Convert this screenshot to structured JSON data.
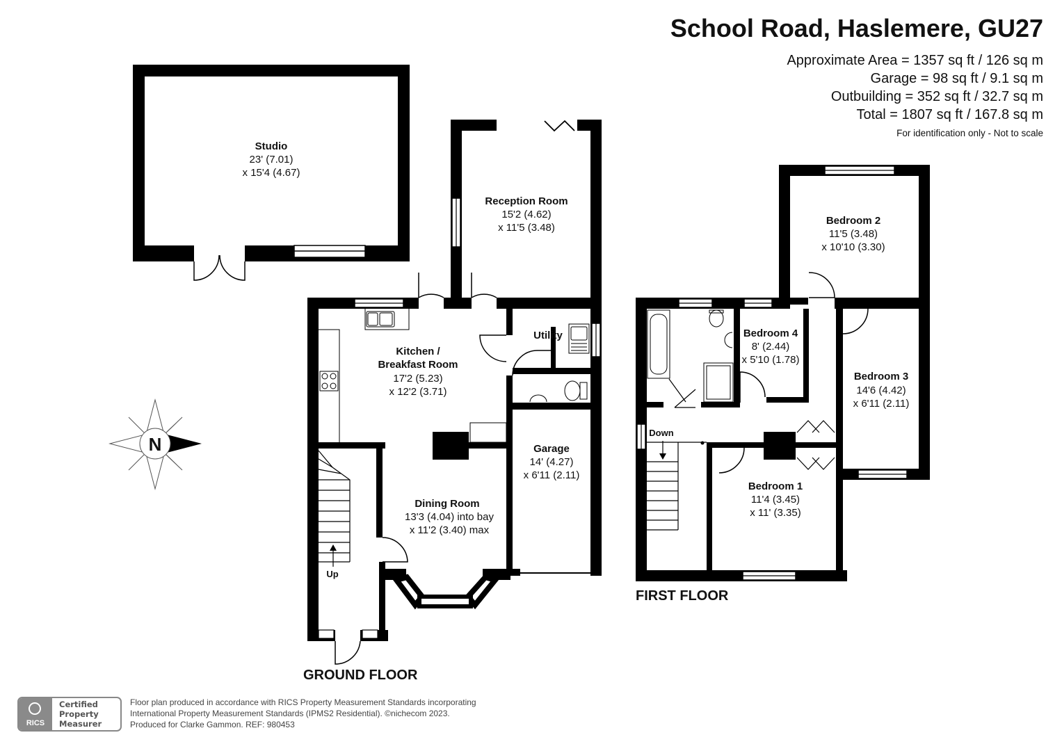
{
  "header": {
    "title": "School Road, Haslemere, GU27",
    "areas": [
      "Approximate Area = 1357 sq ft / 126 sq m",
      "Garage = 98 sq ft / 9.1 sq m",
      "Outbuilding = 352 sq ft / 32.7 sq m",
      "Total = 1807 sq ft / 167.8 sq m"
    ],
    "note": "For identification only - Not to scale"
  },
  "rooms": {
    "studio": {
      "name": "Studio",
      "dims": [
        "23' (7.01)",
        "x 15'4 (4.67)"
      ]
    },
    "reception": {
      "name": "Reception Room",
      "dims": [
        "15'2 (4.62)",
        "x 11'5 (3.48)"
      ]
    },
    "kitchen": {
      "name": [
        "Kitchen /",
        "Breakfast Room"
      ],
      "dims": [
        "17'2 (5.23)",
        "x 12'2 (3.71)"
      ]
    },
    "utility": {
      "name": "Utility"
    },
    "garage": {
      "name": "Garage",
      "dims": [
        "14' (4.27)",
        "x 6'11 (2.11)"
      ]
    },
    "dining": {
      "name": "Dining Room",
      "dims": [
        "13'3 (4.04) into bay",
        "x 11'2 (3.40) max"
      ]
    },
    "bedroom2": {
      "name": "Bedroom 2",
      "dims": [
        "11'5 (3.48)",
        "x 10'10 (3.30)"
      ]
    },
    "bedroom4": {
      "name": "Bedroom 4",
      "dims": [
        "8' (2.44)",
        "x 5'10 (1.78)"
      ]
    },
    "bedroom3": {
      "name": "Bedroom 3",
      "dims": [
        "14'6 (4.42)",
        "x 6'11 (2.11)"
      ]
    },
    "bedroom1": {
      "name": "Bedroom 1",
      "dims": [
        "11'4 (3.45)",
        "x 11' (3.35)"
      ]
    }
  },
  "stairs": {
    "up": "Up",
    "down": "Down"
  },
  "floors": {
    "ground": "GROUND FLOOR",
    "first": "FIRST FLOOR"
  },
  "compass": {
    "letter": "N"
  },
  "footer": {
    "lines": [
      "Floor plan produced in accordance with RICS Property Measurement Standards incorporating",
      "International Property Measurement Standards (IPMS2 Residential).   ©nichecom 2023.",
      "Produced for Clarke Gammon.   REF: 980453"
    ],
    "badge_logo": "RICS",
    "badge_lines": [
      "Certified",
      "Property",
      "Measurer"
    ]
  },
  "colors": {
    "wall": "#000000",
    "fixture": "#888888",
    "background": "#ffffff"
  }
}
